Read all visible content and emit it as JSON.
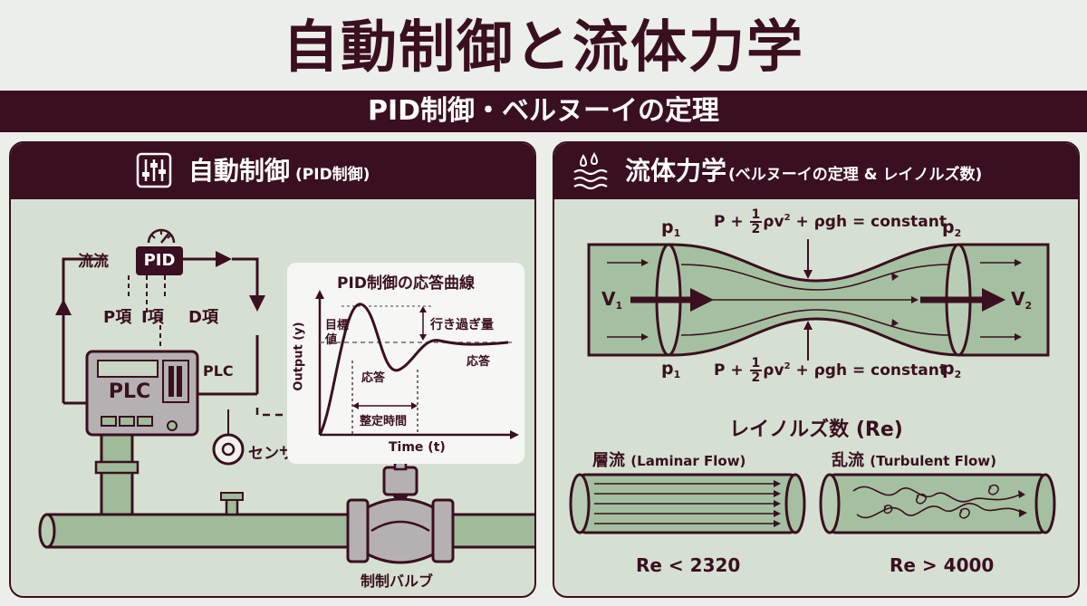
{
  "header": {
    "title": "自動制御と流体力学",
    "subtitle": "PID制御・ベルヌーイの定理"
  },
  "left_panel": {
    "title": "自動制御",
    "title_note": "(PID制御)",
    "icon": "sliders-icon",
    "loop": {
      "flow_label": "流流",
      "pid_label": "PID",
      "p_term": "P項",
      "i_term": "I項",
      "d_term": "D項",
      "plc_side_label": "PLC",
      "plc_label": "PLC",
      "sensor_label": "センサー",
      "valve_label": "制制バルブ"
    },
    "graph": {
      "title": "PID制御の応答曲線",
      "ylabel": "Output (y)",
      "xlabel": "Time (t)",
      "target_label_1": "目標",
      "target_label_2": "値",
      "overshoot_label": "行き過ぎ量",
      "response_label": "応答",
      "response_label_2": "応答",
      "settling_label": "整定時間"
    }
  },
  "right_panel": {
    "title": "流体力学",
    "title_note": "(ベルヌーイの定理 & レイノルズ数)",
    "icon": "water-waves-icon",
    "bernoulli": {
      "p1_label": "p",
      "p1_sub": "1",
      "p2_label": "p",
      "p2_sub": "2",
      "v1_label": "V",
      "v1_sub": "1",
      "v2_label": "V",
      "v2_sub": "2",
      "eq_lead": "P +",
      "eq_frac_num": "1",
      "eq_frac_den": "2",
      "eq_rhov": "ρv",
      "eq_sup": "2",
      "eq_tail": "+ ρgh = constant"
    },
    "reynolds": {
      "title": "レイノルズ数 (Re)",
      "laminar_label": "層流",
      "laminar_en": "(Laminar Flow)",
      "laminar_condition": "Re < 2320",
      "turbulent_label": "乱流",
      "turbulent_en": "(Turbulent Flow)",
      "turbulent_condition": "Re > 4000"
    }
  },
  "colors": {
    "maroon": "#3a0f20",
    "panel_green": "#d6e0d2",
    "pipe_green": "#9fbb9a",
    "equipment_gray": "#b5b1b3"
  }
}
